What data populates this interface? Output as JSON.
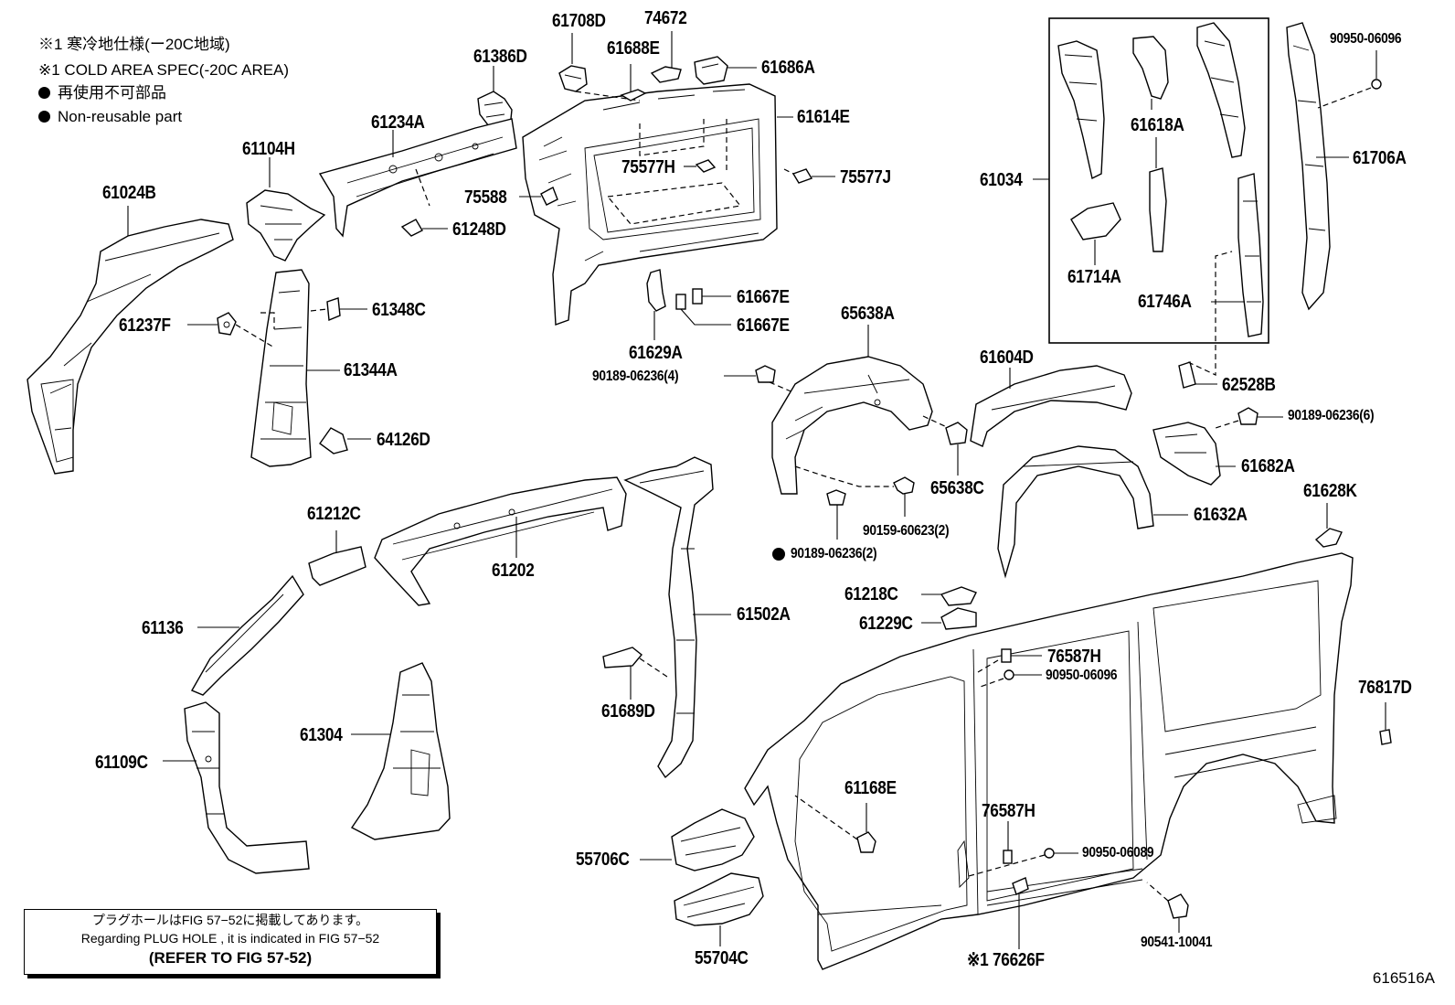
{
  "notes": {
    "cold_jp": "※1 寒冷地仕様(ー20C地域)",
    "cold_en": "※1 COLD AREA SPEC(-20C AREA)",
    "nonreuse_jp": "再使用不可部品",
    "nonreuse_en": "Non-reusable part"
  },
  "reference": {
    "line_jp": "プラグホールはFIG 57−52に掲載してあります。",
    "line_en": "Regarding  PLUG  HOLE , it is indicated in FIG  57−52",
    "line_ref": "(REFER TO FIG 57-52)"
  },
  "diagram_id": "616516A",
  "parts": {
    "p61708D": "61708D",
    "p74672": "74672",
    "p61688E": "61688E",
    "p61386D": "61386D",
    "p61686A": "61686A",
    "p61614E": "61614E",
    "p61234A": "61234A",
    "p61104H": "61104H",
    "p61024B": "61024B",
    "p75577H": "75577H",
    "p75577J": "75577J",
    "p75588": "75588",
    "p61248D": "61248D",
    "p61348C": "61348C",
    "p61237F": "61237F",
    "p61344A": "61344A",
    "p64126D": "64126D",
    "p61667E_a": "61667E",
    "p61667E_b": "61667E",
    "p61629A": "61629A",
    "p90189_4": "90189-06236(4)",
    "p65638A": "65638A",
    "p61604D": "61604D",
    "p65638C": "65638C",
    "p90159": "90159-60623(2)",
    "p90189_2": "90189-06236(2)",
    "p61632A": "61632A",
    "p61682A": "61682A",
    "p90189_6": "90189-06236(6)",
    "p62528B": "62528B",
    "p61628K": "61628K",
    "p61034": "61034",
    "p61618A": "61618A",
    "p61714A": "61714A",
    "p61746A": "61746A",
    "p61706A": "61706A",
    "p90950_top": "90950-06096",
    "p61212C": "61212C",
    "p61202": "61202",
    "p61136": "61136",
    "p61502A": "61502A",
    "p61689D": "61689D",
    "p61304": "61304",
    "p61109C": "61109C",
    "p61218C": "61218C",
    "p61229C": "61229C",
    "p76587H_a": "76587H",
    "p90950_mid": "90950-06096",
    "p76817D": "76817D",
    "p61168E": "61168E",
    "p76587H_b": "76587H",
    "p90950_06089": "90950-06089",
    "p55706C": "55706C",
    "p55704C": "55704C",
    "p76626F": "※1 76626F",
    "p90541": "90541-10041"
  }
}
